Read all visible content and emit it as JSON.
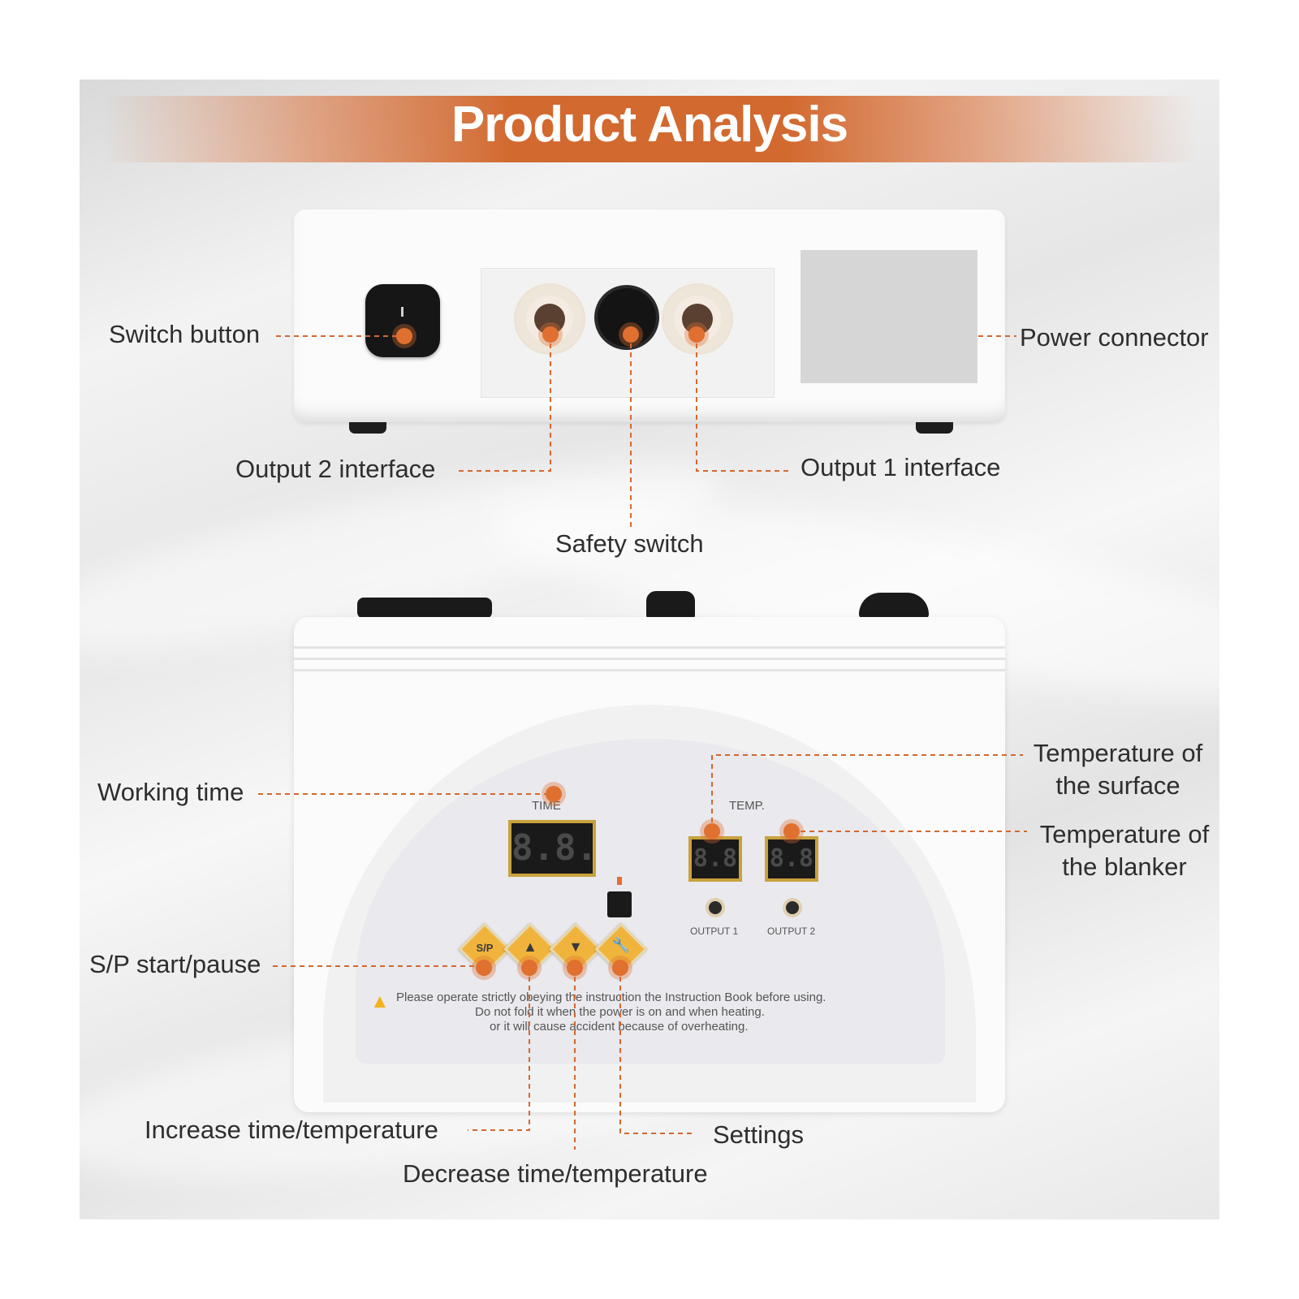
{
  "title": "Product Analysis",
  "colors": {
    "accent": "#d2692f",
    "callout_dot": "#e07030",
    "key_gold": "#f0b43c"
  },
  "labels": {
    "switch_button": "Switch button",
    "power_connector": "Power connector",
    "output2_interface": "Output 2 interface",
    "output1_interface": "Output 1 interface",
    "safety_switch": "Safety switch",
    "working_time": "Working time",
    "temp_surface_line1": "Temperature of",
    "temp_surface_line2": "the surface",
    "temp_blanker_line1": "Temperature of",
    "temp_blanker_line2": "the blanker",
    "sp_start_pause": "S/P start/pause",
    "increase": "Increase time/temperature",
    "decrease": "Decrease time/temperature",
    "settings": "Settings"
  },
  "panel": {
    "time_label": "TIME",
    "temp_label": "TEMP.",
    "output1": "OUTPUT 1",
    "output2": "OUTPUT 2",
    "time_display": "8.8.",
    "temp1_display": "8.8",
    "temp2_display": "8.8",
    "key_sp": "S/P",
    "key_up": "▲",
    "key_down": "▼",
    "key_settings": "🔧",
    "warning_line1": "Please operate strictly obeying the instruction the Instruction Book before using.",
    "warning_line2": "Do not fold it when the power is on and when heating.",
    "warning_line3": "or it will cause accident because of overheating.",
    "rocker_mark": "I"
  },
  "icons": [
    "warning-icon",
    "wrench-icon",
    "up-arrow-icon",
    "down-arrow-icon"
  ]
}
